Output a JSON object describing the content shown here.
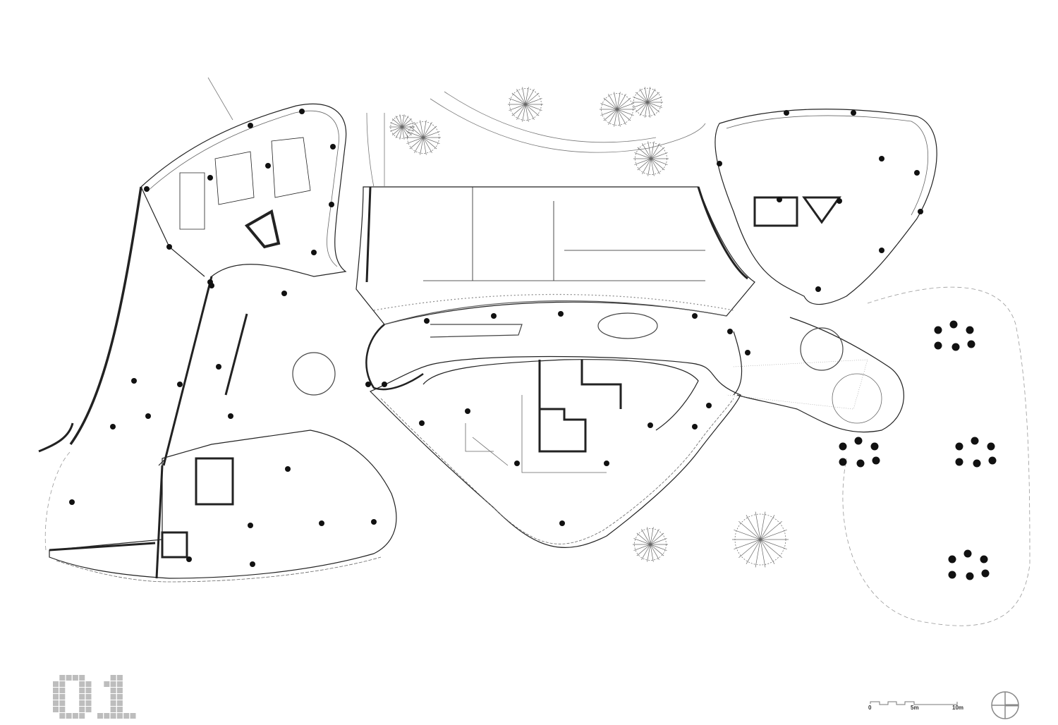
{
  "sheet": {
    "label": "01"
  },
  "scale_bar": {
    "labels": [
      "0",
      "5m",
      "10m"
    ]
  },
  "north_arrow": {
    "icon": "north-arrow-icon"
  },
  "colors": {
    "line": "#222222",
    "thin": "#777777",
    "label": "#bdbdbd"
  }
}
